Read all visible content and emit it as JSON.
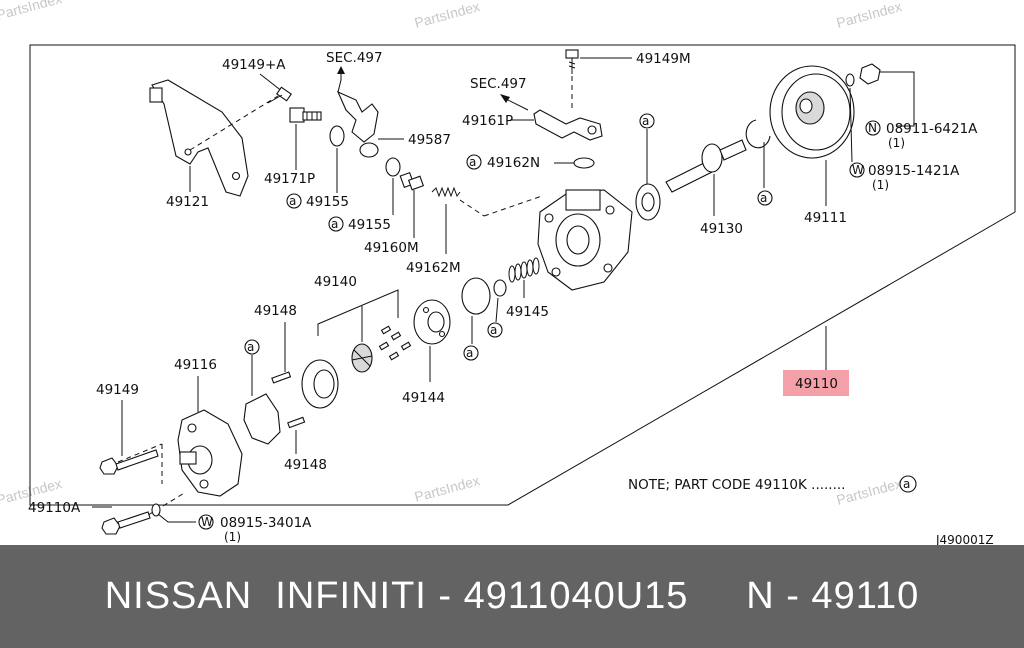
{
  "watermark": "PartsIndex",
  "sec_ref": "SEC.497",
  "parts": {
    "p49149A": "49149+A",
    "p49121": "49121",
    "p49171P": "49171P",
    "p49155a": "49155",
    "p49155b": "49155",
    "p49587": "49587",
    "p49160M": "49160M",
    "p49162M": "49162M",
    "p49149M": "49149M",
    "p49161P": "49161P",
    "p49162N": "49162N",
    "p49130": "49130",
    "p49111": "49111",
    "p08911": "08911-6421A",
    "p08911q": "(1)",
    "p08915a": "08915-1421A",
    "p08915aq": "(1)",
    "p49140": "49140",
    "p49148a": "49148",
    "p49148b": "49148",
    "p49145": "49145",
    "p49144": "49144",
    "p49116": "49116",
    "p49149": "49149",
    "p49110A": "49110A",
    "p08915b": "08915-3401A",
    "p08915bq": "(1)",
    "p49110": "49110"
  },
  "markers": {
    "a": "a",
    "n": "N",
    "w": "W"
  },
  "note": "NOTE; PART CODE 49110K ........",
  "diagram_code": "J490001Z",
  "footer": "NISSAN  INFINITI - 4911040U15     N - 49110",
  "colors": {
    "highlight": "#f4a0a8",
    "footer_bg": "#636363"
  }
}
